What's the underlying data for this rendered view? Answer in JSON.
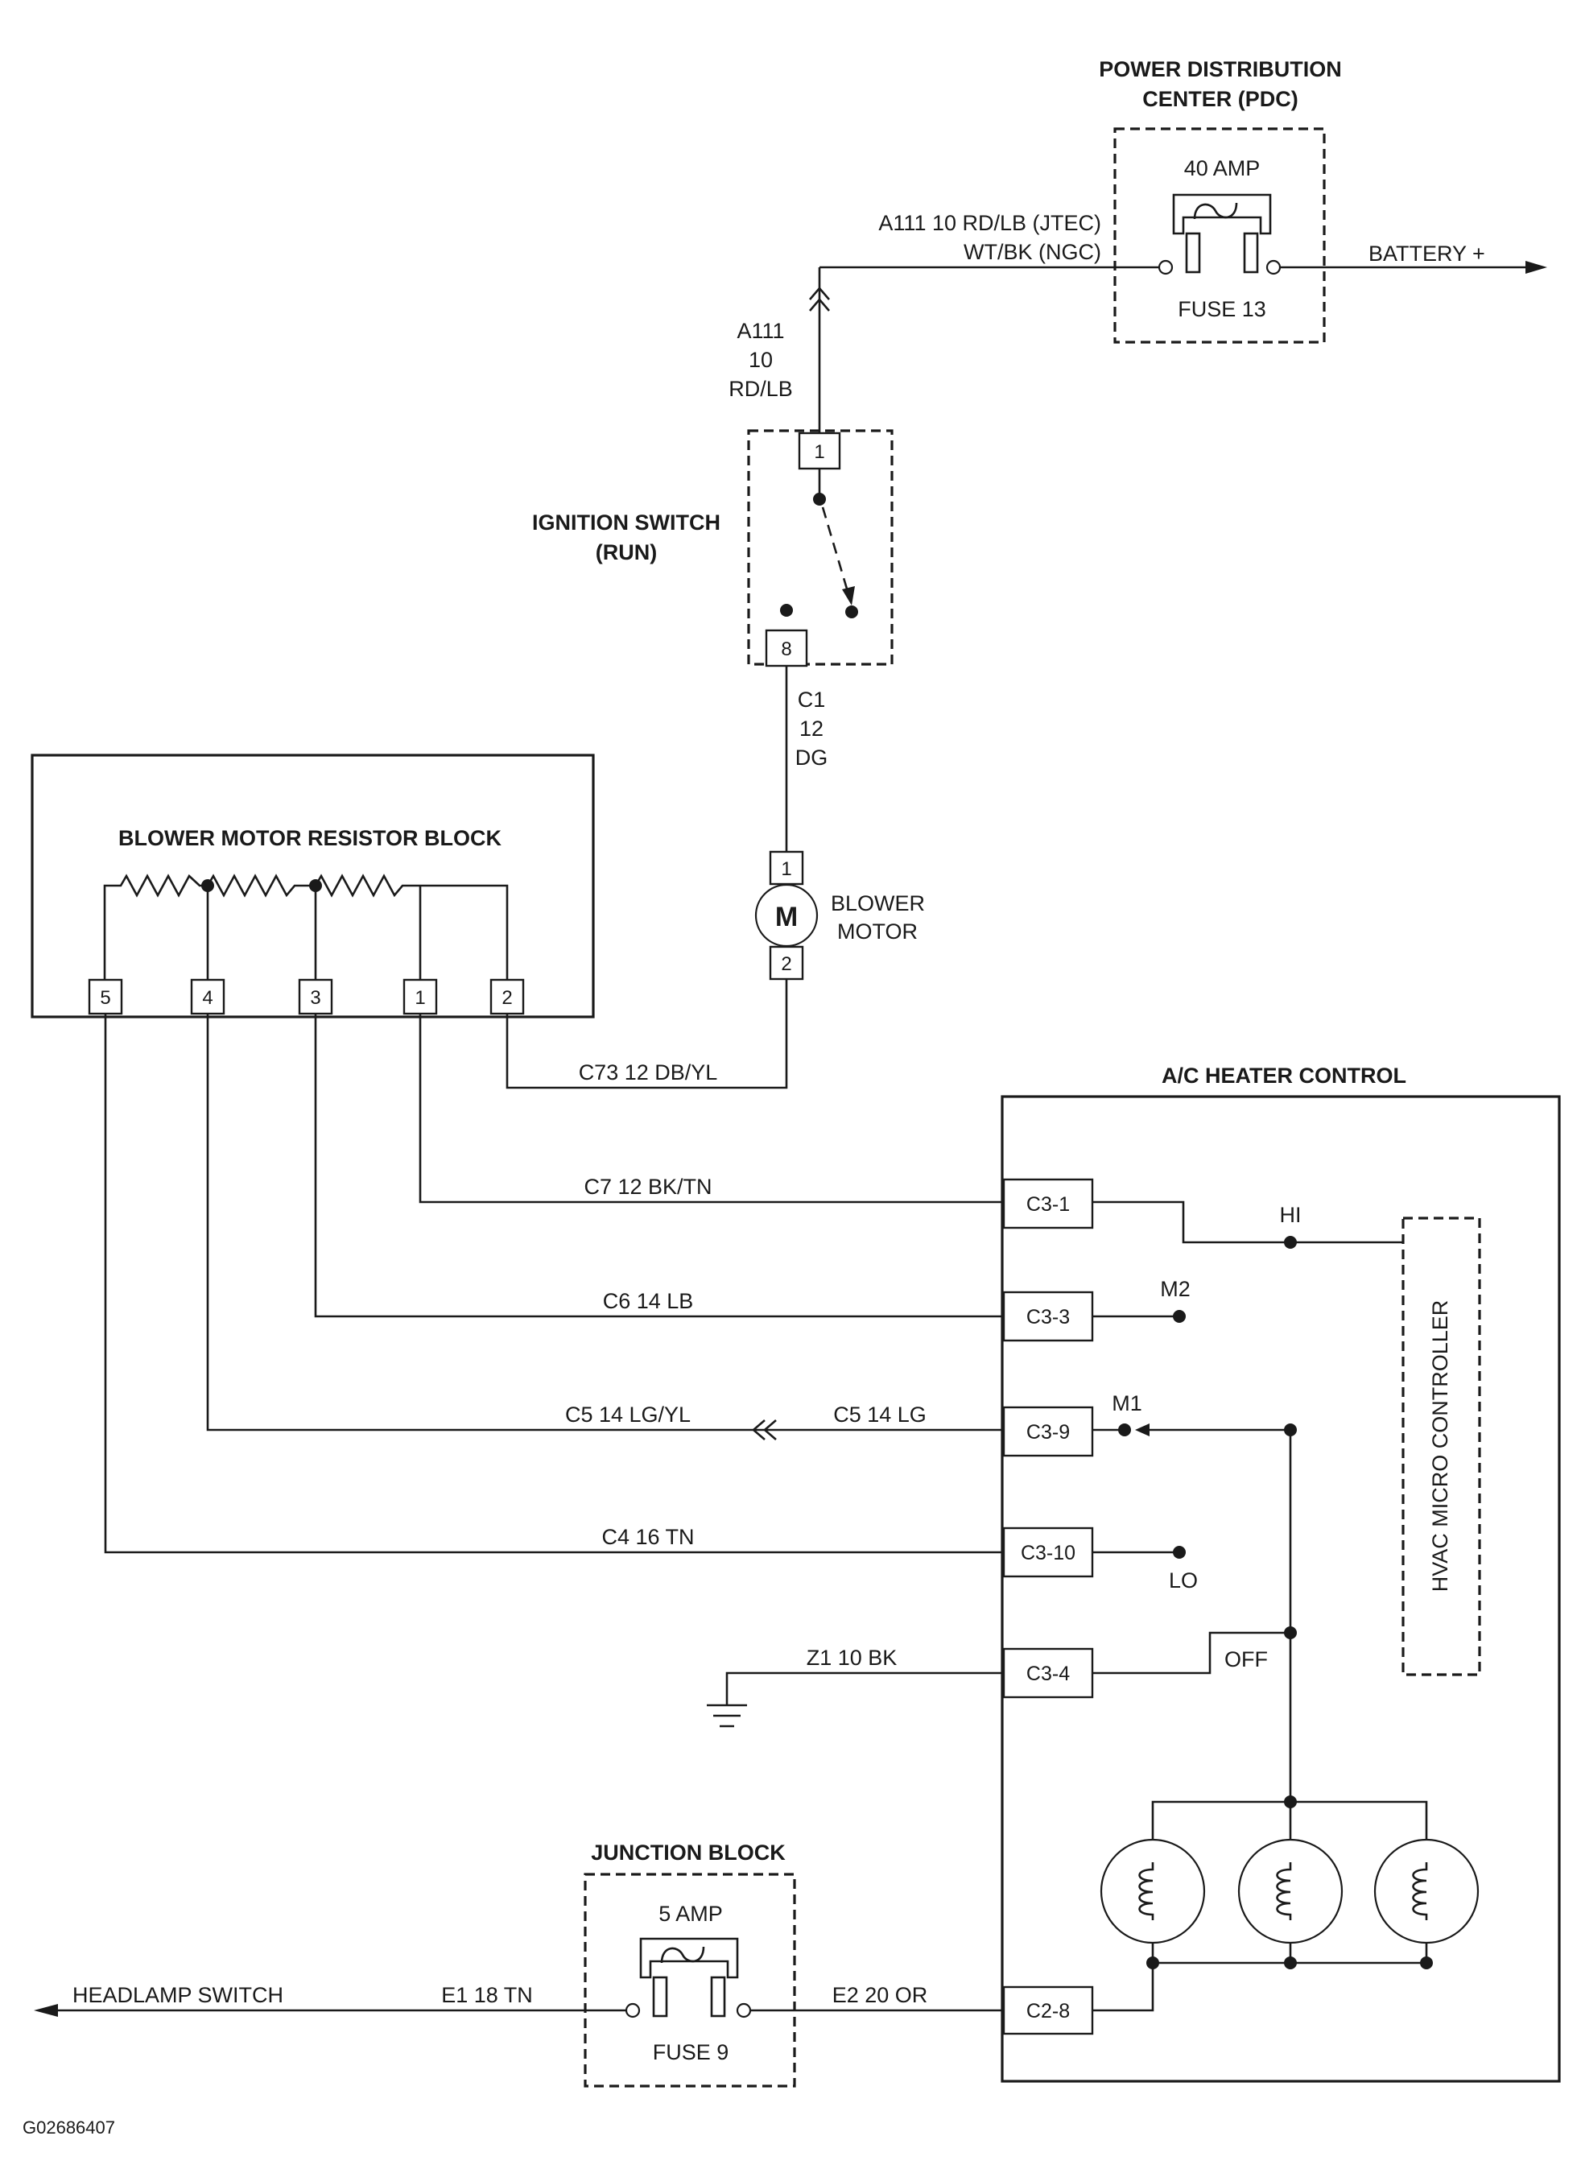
{
  "components": {
    "pdc": {
      "title_line1": "POWER DISTRIBUTION",
      "title_line2": "CENTER (PDC)",
      "fuse_rating": "40 AMP",
      "fuse_label": "FUSE 13"
    },
    "battery": "BATTERY +",
    "ignition_switch": {
      "title_line1": "IGNITION SWITCH",
      "title_line2": "(RUN)",
      "pin_in": "1",
      "pin_out": "8"
    },
    "blower_motor": {
      "symbol": "M",
      "label_line1": "BLOWER",
      "label_line2": "MOTOR",
      "pin_top": "1",
      "pin_bottom": "2"
    },
    "resistor_block": {
      "title": "BLOWER MOTOR RESISTOR BLOCK",
      "pins": [
        "5",
        "4",
        "3",
        "1",
        "2"
      ]
    },
    "ac_heater_control": {
      "title": "A/C HEATER CONTROL",
      "connectors": [
        "C3-1",
        "C3-3",
        "C3-9",
        "C3-10",
        "C3-4",
        "C2-8"
      ],
      "positions": {
        "hi": "HI",
        "m2": "M2",
        "m1": "M1",
        "lo": "LO",
        "off": "OFF"
      },
      "controller": "HVAC MICRO CONTROLLER"
    },
    "junction_block": {
      "title": "JUNCTION BLOCK",
      "fuse_rating": "5 AMP",
      "fuse_label": "FUSE 9"
    },
    "headlamp_switch": "HEADLAMP SWITCH"
  },
  "wires": {
    "a111_top_line1": "A111 10 RD/LB (JTEC)",
    "a111_top_line2": "WT/BK (NGC)",
    "a111_vert": [
      "A111",
      "10",
      "RD/LB"
    ],
    "c1": [
      "C1",
      "12",
      "DG"
    ],
    "c73": "C73 12 DB/YL",
    "c7": "C7 12 BK/TN",
    "c6": "C6 14 LB",
    "c5_left": "C5 14 LG/YL",
    "c5_right": "C5 14 LG",
    "c4": "C4 16 TN",
    "z1": "Z1 10 BK",
    "e1": "E1 18 TN",
    "e2": "E2 20 OR"
  },
  "figure_id": "G02686407"
}
